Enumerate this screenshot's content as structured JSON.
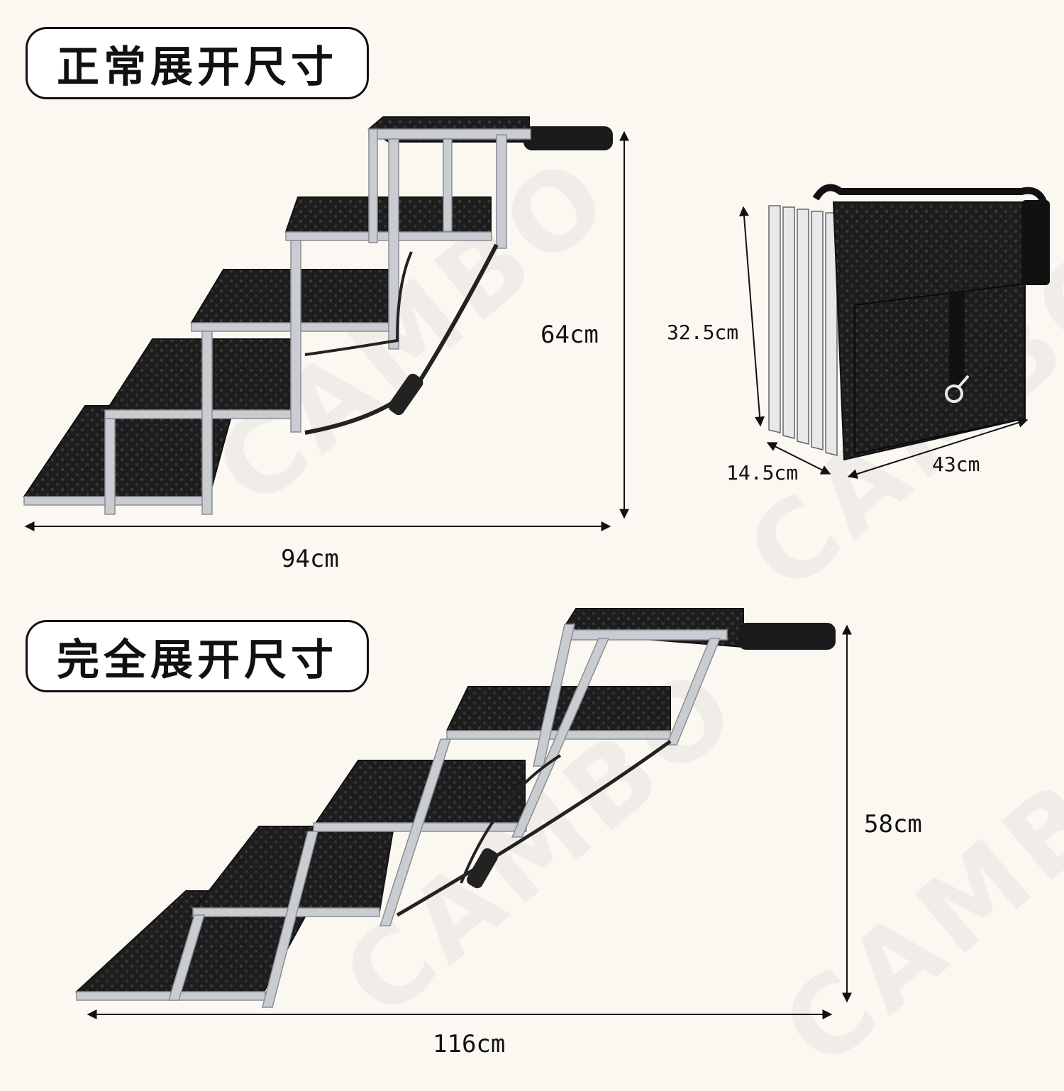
{
  "watermark": "CAMBO",
  "sections": {
    "normal": {
      "title": "正常展开尺寸",
      "height": "64cm",
      "width": "94cm"
    },
    "full": {
      "title": "完全展开尺寸",
      "height": "58cm",
      "width": "116cm"
    }
  },
  "folded": {
    "height": "32.5cm",
    "depth": "14.5cm",
    "length": "43cm"
  },
  "colors": {
    "background": "#fbf8f2",
    "step": "#1d1d1d",
    "frame": "#c9ccd0",
    "text": "#111111"
  }
}
